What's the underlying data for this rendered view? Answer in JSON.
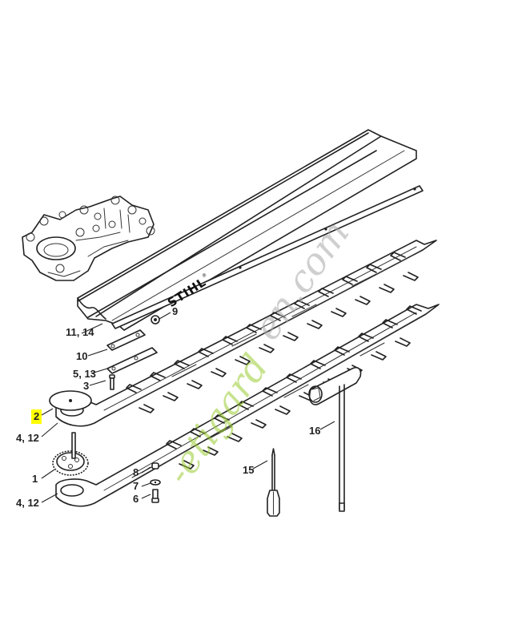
{
  "diagram": {
    "type": "exploded-parts-diagram",
    "subject": "Hedge trimmer cutting blade assembly",
    "brand_label": "STIHL",
    "brand_mark": "®",
    "highlight_color": "#ffff00",
    "line_color": "#222222",
    "background": "#ffffff"
  },
  "callouts": [
    {
      "id": "c-11-14",
      "label": "11, 14",
      "part": "blade cover / guard"
    },
    {
      "id": "c-9",
      "label": "9",
      "part": "nut"
    },
    {
      "id": "c-10",
      "label": "10",
      "part": "plate"
    },
    {
      "id": "c-5-13",
      "label": "5, 13",
      "part": "plate"
    },
    {
      "id": "c-3",
      "label": "3",
      "part": "screw"
    },
    {
      "id": "c-2",
      "label": "2",
      "part": "disc / washer",
      "highlighted": true
    },
    {
      "id": "c-4-12-top",
      "label": "4, 12",
      "part": "upper cutter blade"
    },
    {
      "id": "c-1",
      "label": "1",
      "part": "gear wheel"
    },
    {
      "id": "c-4-12-bottom",
      "label": "4, 12",
      "part": "lower cutter blade"
    },
    {
      "id": "c-8",
      "label": "8",
      "part": "spacer"
    },
    {
      "id": "c-7",
      "label": "7",
      "part": "washer"
    },
    {
      "id": "c-6",
      "label": "6",
      "part": "screw"
    },
    {
      "id": "c-15",
      "label": "15",
      "part": "screwdriver"
    },
    {
      "id": "c-16",
      "label": "16",
      "part": "combination wrench"
    }
  ],
  "watermark": {
    "text_green": "-etigard",
    "text_gray": "en.com",
    "colors": {
      "green": "#9acd32",
      "orange": "#f4a460",
      "gray": "#a9a9a9"
    }
  }
}
